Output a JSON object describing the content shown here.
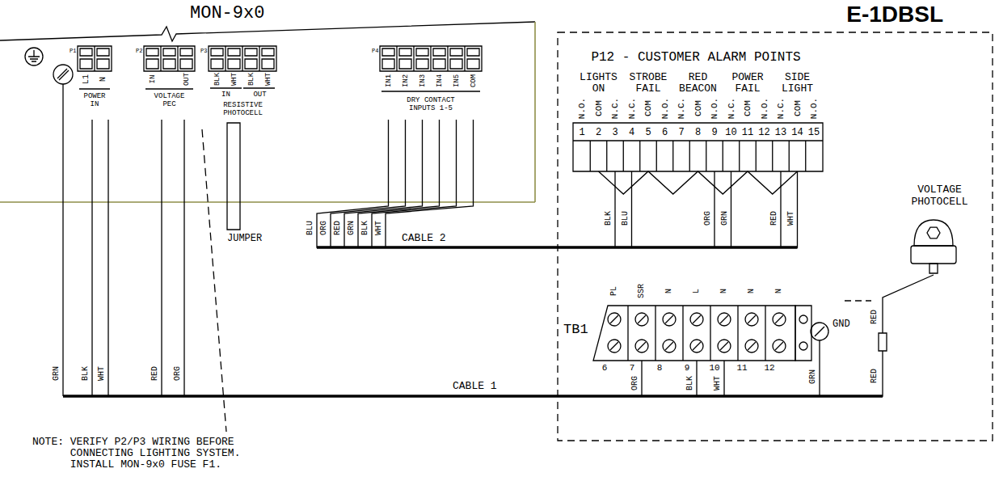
{
  "diagram": {
    "nodes": [
      {
        "text": [
          "MON-9x0"
        ]
      },
      {
        "text": [
          "P1"
        ],
        "in": 0
      },
      {
        "text": [
          "P2"
        ],
        "in": 0
      },
      {
        "text": [
          "P3"
        ],
        "in": 0
      },
      {
        "text": [
          "P4"
        ],
        "in": 0
      },
      {
        "text": [
          "E-1DBSL"
        ]
      },
      {
        "text": [
          "P12 - CUSTOMER ALARM POINTS"
        ],
        "in": 5
      },
      {
        "text": [
          "TB1"
        ],
        "in": 5
      },
      {
        "text": [
          "VOLTAGE PHOTOCELL"
        ],
        "in": 5
      }
    ],
    "edges": [
      {
        "from": 1,
        "to": 7,
        "arrow": "none"
      },
      {
        "from": 1,
        "to": 7,
        "arrow": "none"
      },
      {
        "from": 2,
        "to": 8,
        "arrow": "none"
      },
      {
        "from": 2,
        "to": 7,
        "arrow": "none"
      },
      {
        "from": 4,
        "to": 6,
        "arrow": "none"
      },
      {
        "from": 4,
        "to": 6,
        "arrow": "none"
      },
      {
        "from": 4,
        "to": 6,
        "arrow": "none"
      },
      {
        "from": 4,
        "to": 6,
        "arrow": "none"
      },
      {
        "from": 4,
        "to": 6,
        "arrow": "none"
      },
      {
        "from": 4,
        "to": 6,
        "arrow": "none"
      }
    ],
    "labels": [
      "L1",
      "N",
      "POWER IN",
      "IN",
      "OUT",
      "VOLTAGE PEC",
      "BLK",
      "WHT",
      "BLK",
      "WHT",
      "IN",
      "OUT",
      "RESISTIVE PHOTOCELL",
      "JUMPER",
      "IN1",
      "IN2",
      "IN3",
      "IN4",
      "IN5",
      "COM",
      "DRY CONTACT INPUTS 1-5",
      "GRN",
      "BLK",
      "WHT",
      "RED",
      "ORG",
      "BLU",
      "ORG",
      "RED",
      "GRN",
      "BLK",
      "WHT",
      "CABLE 2",
      "LIGHTS ON",
      "STROBE FAIL",
      "RED BEACON",
      "POWER FAIL",
      "SIDE LIGHT",
      "N.O.",
      "COM",
      "N.C.",
      "N.C.",
      "COM",
      "N.O.",
      "N.C.",
      "COM",
      "N.O.",
      "N.C.",
      "COM",
      "N.O.",
      "N.C.",
      "COM",
      "N.O.",
      "1",
      "2",
      "3",
      "4",
      "5",
      "6",
      "7",
      "8",
      "9",
      "10",
      "11",
      "12",
      "13",
      "14",
      "15",
      "BLK",
      "BLU",
      "ORG",
      "GRN",
      "RED",
      "WHT",
      "PL",
      "SSR",
      "N",
      "L",
      "N",
      "N",
      "N",
      "6",
      "7",
      "8",
      "9",
      "10",
      "11",
      "12",
      "ORG",
      "BLK",
      "WHT",
      "GND",
      "GRN",
      "RED",
      "RED",
      "CABLE 1",
      "NOTE: VERIFY P2/P3 WIRING BEFORE CONNECTING LIGHTING SYSTEM. INSTALL MON-9x0 FUSE F1."
    ]
  }
}
